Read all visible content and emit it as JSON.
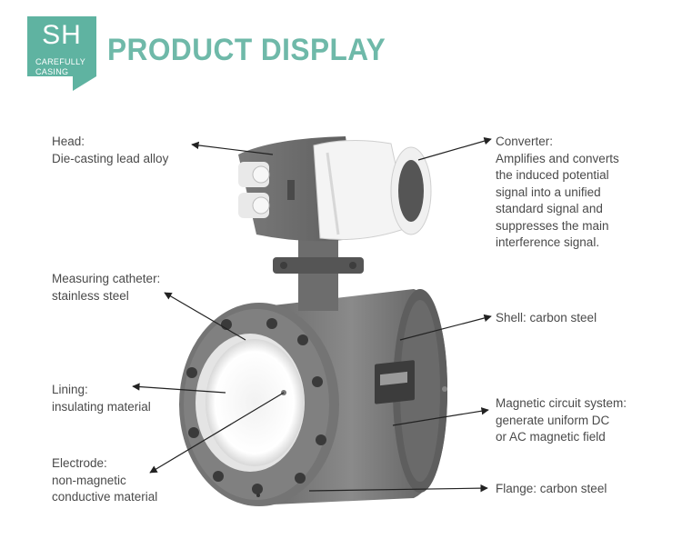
{
  "logo": {
    "mark": "SH",
    "line1": "CAREFULLY",
    "line2": "CASING",
    "color": "#5fb3a1"
  },
  "title": "PRODUCT DISPLAY",
  "title_color": "#6fb9a9",
  "labels": {
    "head": {
      "name": "Head:",
      "desc": "Die-casting lead alloy"
    },
    "catheter": {
      "name": "Measuring catheter:",
      "desc": "stainless steel"
    },
    "lining": {
      "name": "Lining:",
      "desc": "insulating material"
    },
    "electrode": {
      "name": "Electrode:",
      "line2": "non-magnetic",
      "line3": "conductive material"
    },
    "converter": {
      "name": "Converter:",
      "l1": "Amplifies and converts",
      "l2": "the induced potential",
      "l3": "signal into a unified",
      "l4": "standard signal and",
      "l5": "suppresses the main",
      "l6": "interference signal."
    },
    "shell": "Shell: carbon steel",
    "magnetic": {
      "l1": "Magnetic circuit system:",
      "l2": "generate uniform DC",
      "l3": "or AC magnetic field"
    },
    "flange": "Flange: carbon steel"
  }
}
